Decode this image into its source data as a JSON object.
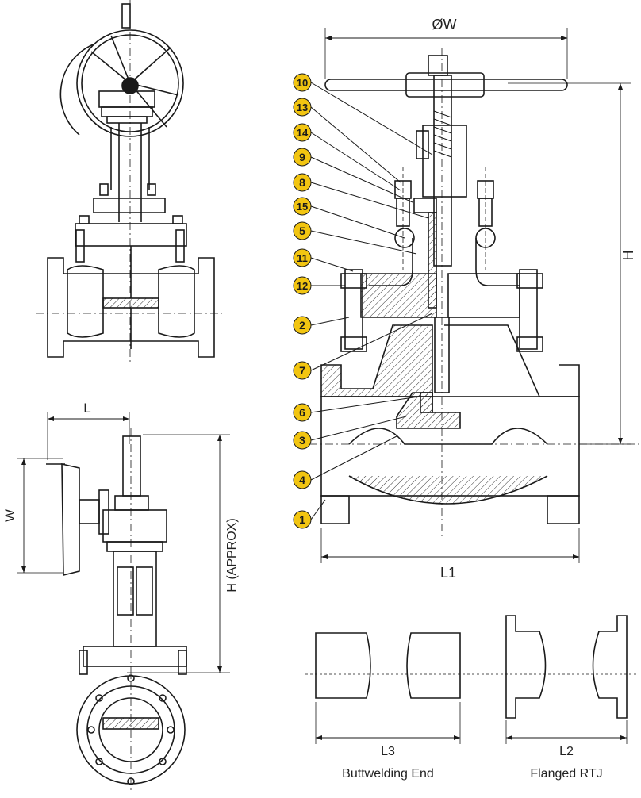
{
  "labels": {
    "dim_ow": "ØW",
    "dim_h": "H",
    "dim_l": "L",
    "dim_w": "W",
    "dim_h_approx": "H (APPROX)",
    "dim_l1": "L1",
    "dim_l3": "L3",
    "dim_l2": "L2",
    "caption_butt": "Buttwelding End",
    "caption_rtj": "Flanged RTJ"
  },
  "callouts": [
    "10",
    "13",
    "14",
    "9",
    "8",
    "15",
    "5",
    "11",
    "12",
    "2",
    "7",
    "6",
    "3",
    "4",
    "1"
  ],
  "colors": {
    "callout_fill": "#f2c511",
    "line": "#1a1a1a",
    "hatch": "#333333"
  }
}
